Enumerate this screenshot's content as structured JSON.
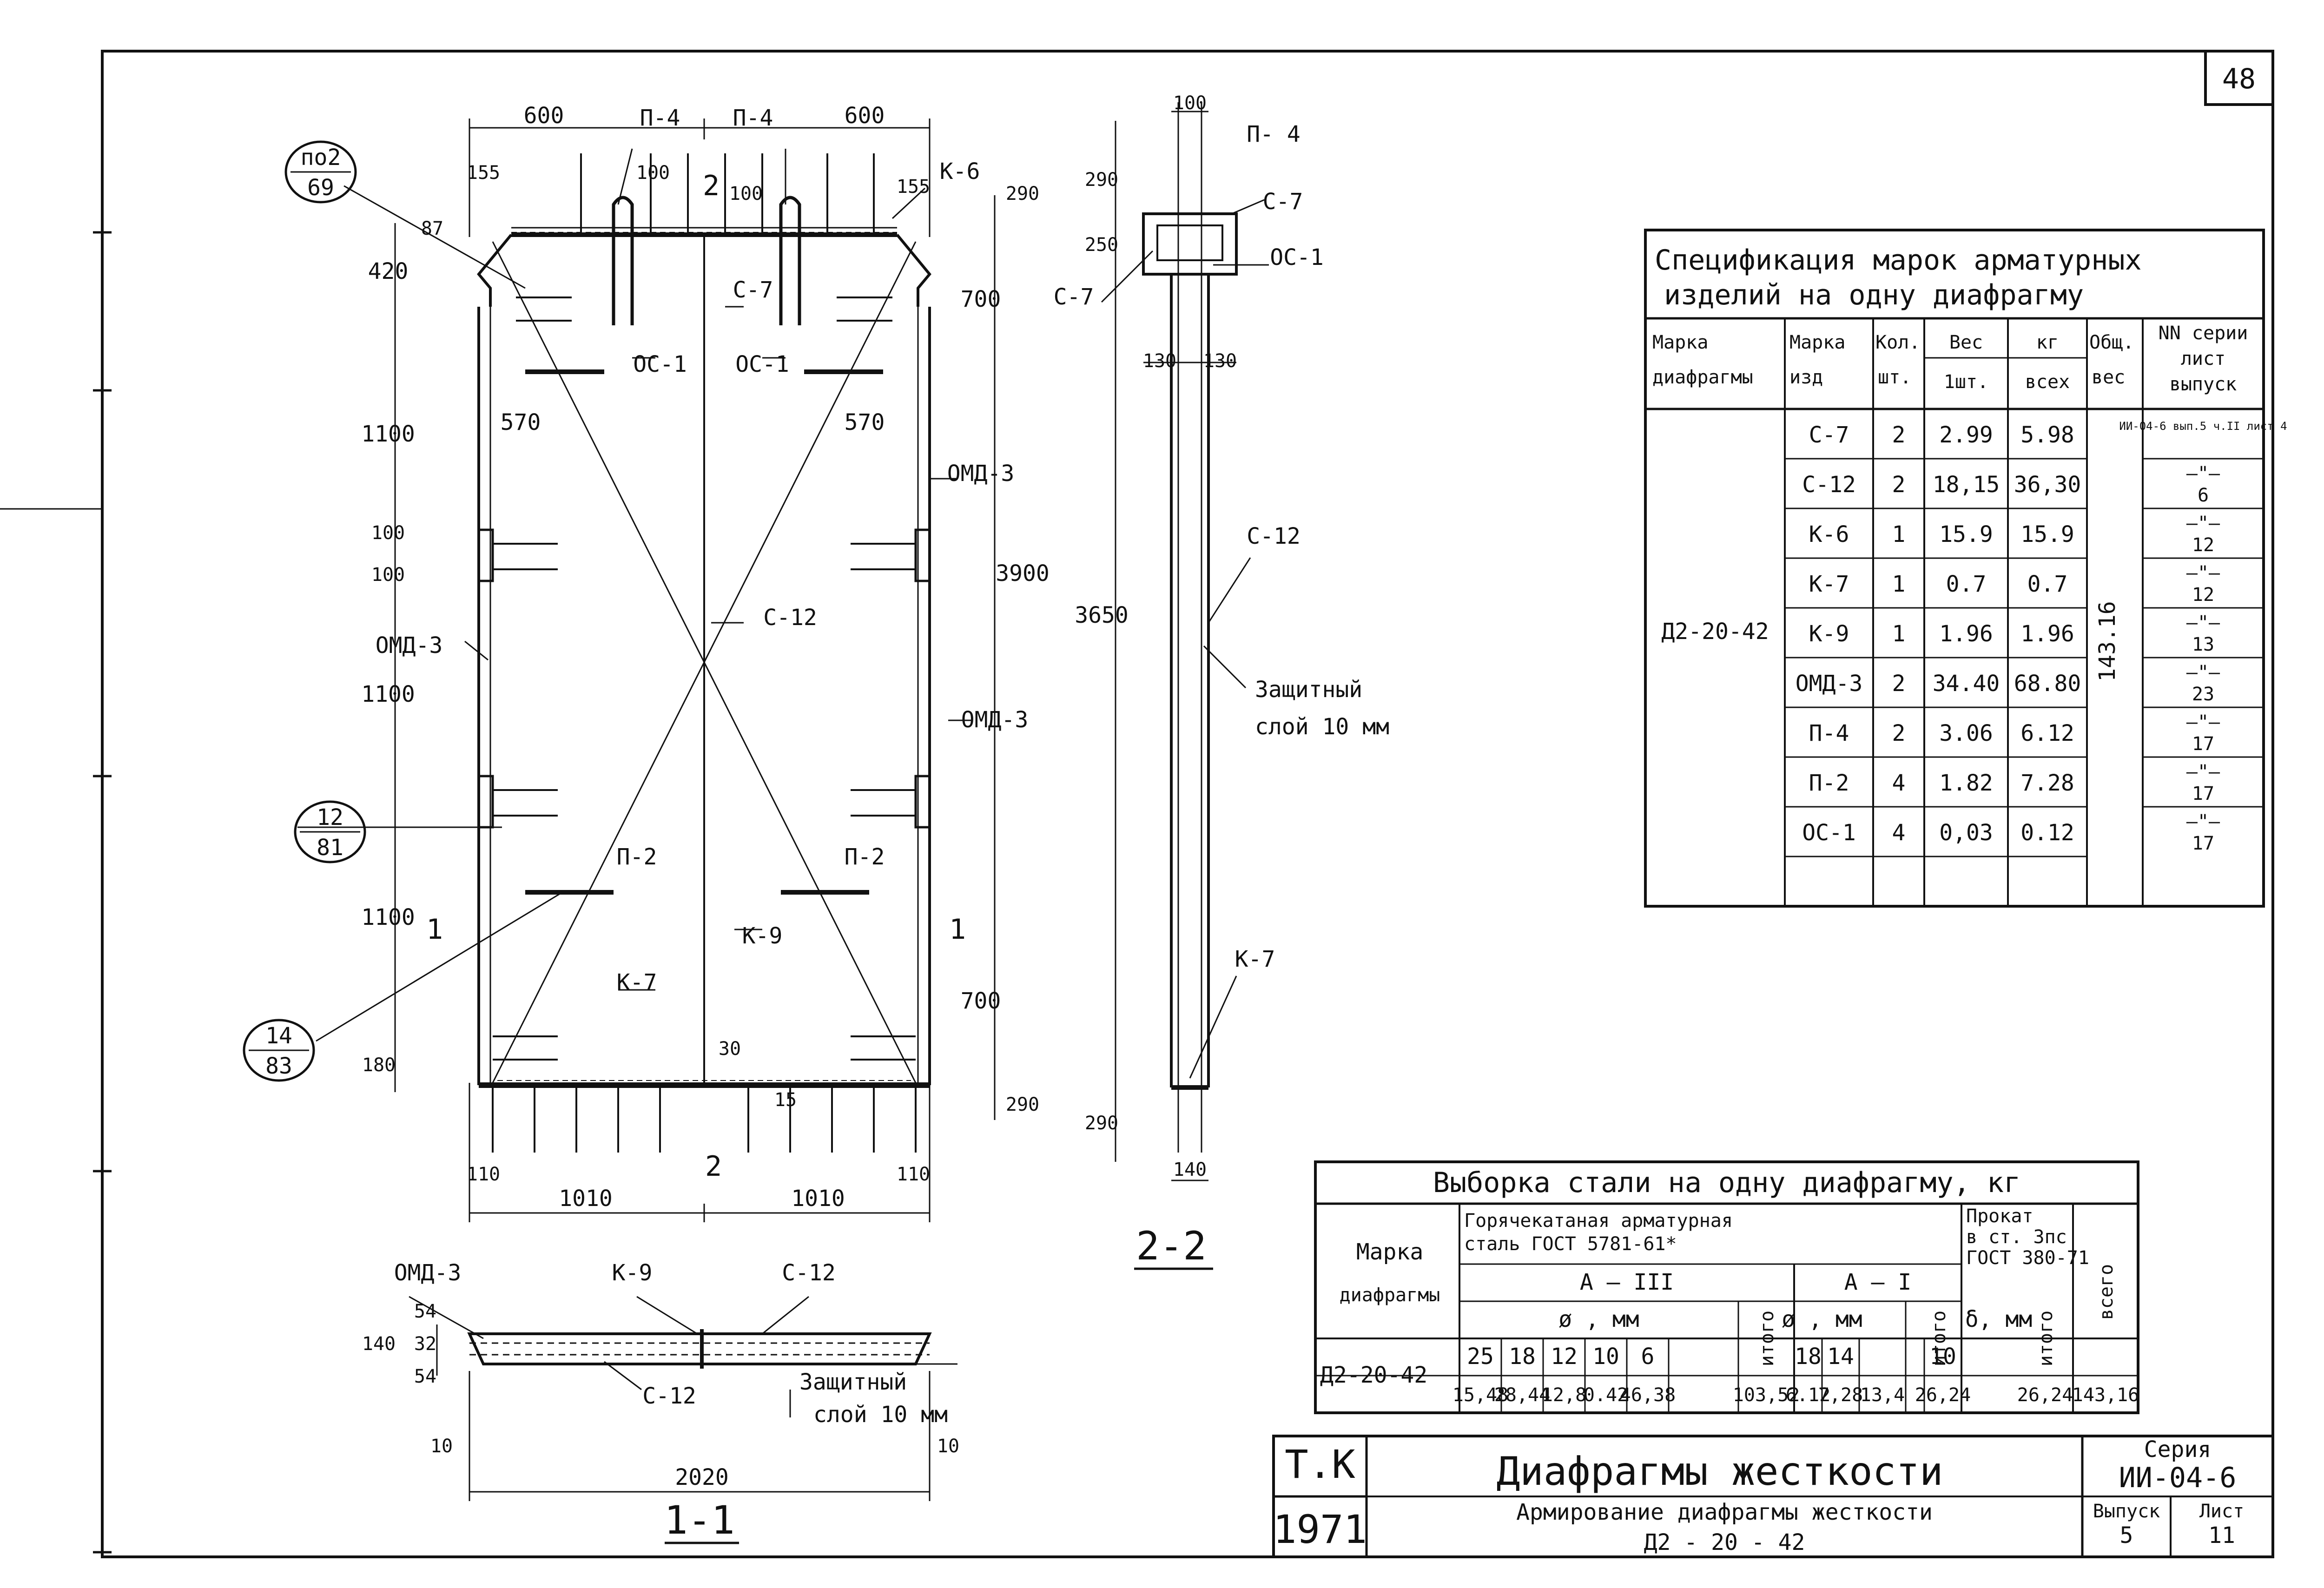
{
  "sheet_number": "48",
  "drawing": {
    "dims": {
      "top_left": "600",
      "top_right": "600",
      "d155_left": "155",
      "d155_right": "155",
      "d100a": "100",
      "d100b": "100",
      "d87": "87",
      "d420": "420",
      "d1100a": "1100",
      "d100c": "100",
      "d100d": "100",
      "d1100b": "1100",
      "d1100c": "1100",
      "d180": "180",
      "d290_top": "290",
      "d700_top": "700",
      "d3900": "3900",
      "d700_bot": "700",
      "d290_bot": "290",
      "d570_left": "570",
      "d570_right": "570",
      "d30": "30",
      "d15": "15",
      "d110_left": "110",
      "d110_right": "110",
      "d1010_left": "1010",
      "d1010_right": "1010"
    },
    "labels": {
      "p4_left": "П-4",
      "p4_right": "П-4",
      "k6": "К-6",
      "c7": "С-7",
      "oc1_left": "ОС-1",
      "oc1_right": "ОС-1",
      "omd3_left": "ОМД-3",
      "omd3_right_top": "ОМД-3",
      "omd3_right_mid": "ОМД-3",
      "c12": "С-12",
      "p2_left": "П-2",
      "p2_right": "П-2",
      "k9": "К-9",
      "k7": "К-7",
      "cut1_left": "1",
      "cut1_right": "1",
      "cut2_top": "2",
      "cut2_bottom": "2"
    },
    "callouts": [
      {
        "top": "по2",
        "bottom": "69"
      },
      {
        "top": "12",
        "bottom": "81"
      },
      {
        "top": "14",
        "bottom": "83"
      }
    ]
  },
  "section22": {
    "title": "2-2",
    "dims": {
      "d100": "100",
      "d290_top": "290",
      "d250": "250",
      "d130_left": "130",
      "d130_right": "130",
      "d3650": "3650",
      "d290_bot": "290",
      "d140": "140"
    },
    "labels": {
      "p4": "П- 4",
      "c7_right": "С-7",
      "c7_left": "С-7",
      "oc1": "ОС-1",
      "c12": "С-12",
      "cover1": "Защитный",
      "cover2": "слой 10 мм",
      "k7": "К-7"
    }
  },
  "section11": {
    "title": "1-1",
    "dims": {
      "d54a": "54",
      "d32": "32",
      "d54b": "54",
      "d140": "140",
      "d10_left": "10",
      "d10_right": "10",
      "d2020": "2020"
    },
    "labels": {
      "omd3": "ОМД-3",
      "k9": "К-9",
      "c12_top": "С-12",
      "c12_bot": "С-12",
      "cover1": "Защитный",
      "cover2": "слой 10 мм"
    }
  },
  "spec": {
    "title1": "Спецификация марок арматурных",
    "title2": "изделий на одну диафрагму",
    "headers": {
      "mark1": "Марка",
      "mark2": "диафрагмы",
      "izd1": "Марка",
      "izd2": "изд",
      "kol1": "Кол.",
      "kol2": "шт.",
      "ves_top": "Вес",
      "kg_top": "кг",
      "ves1": "1шт.",
      "vseh": "всех",
      "obsh1": "Общ.",
      "obsh2": "вес",
      "series1": "NN серии",
      "series2": "лист",
      "series3": "выпуск"
    },
    "diaphragm": "Д2-20-42",
    "total": "143.16",
    "rows": [
      {
        "izd": "С-7",
        "kol": "2",
        "w1": "2.99",
        "wall": "5.98",
        "ref": "ИИ-04-6 вып.5 ч.II лист 4",
        "ref_num": ""
      },
      {
        "izd": "С-12",
        "kol": "2",
        "w1": "18,15",
        "wall": "36,30",
        "ref": "—\"—",
        "ref_num": "6"
      },
      {
        "izd": "К-6",
        "kol": "1",
        "w1": "15.9",
        "wall": "15.9",
        "ref": "—\"—",
        "ref_num": "12"
      },
      {
        "izd": "К-7",
        "kol": "1",
        "w1": "0.7",
        "wall": "0.7",
        "ref": "—\"—",
        "ref_num": "12"
      },
      {
        "izd": "К-9",
        "kol": "1",
        "w1": "1.96",
        "wall": "1.96",
        "ref": "—\"—",
        "ref_num": "13"
      },
      {
        "izd": "ОМД-3",
        "kol": "2",
        "w1": "34.40",
        "wall": "68.80",
        "ref": "—\"—",
        "ref_num": "23"
      },
      {
        "izd": "П-4",
        "kol": "2",
        "w1": "3.06",
        "wall": "6.12",
        "ref": "—\"—",
        "ref_num": "17"
      },
      {
        "izd": "П-2",
        "kol": "4",
        "w1": "1.82",
        "wall": "7.28",
        "ref": "—\"—",
        "ref_num": "17"
      },
      {
        "izd": "ОС-1",
        "kol": "4",
        "w1": "0,03",
        "wall": "0.12",
        "ref": "—\"—",
        "ref_num": "17"
      }
    ]
  },
  "steel": {
    "title": "Выборка стали на одну диафрагму, кг",
    "mark1": "Марка",
    "mark2": "диафрагмы",
    "hot1": "Горячекатаная арматурная",
    "hot2": "сталь ГОСТ 5781-61*",
    "prokat1": "Прокат",
    "prokat2": "в ст. 3пс",
    "prokat3": "ГОСТ 380-71",
    "a3": "А — III",
    "a1": "А — I",
    "phi_mm_a3": "ø , мм",
    "phi_mm_a1": "ø , мм",
    "delta_mm": "δ, мм",
    "itogo1": "итого",
    "itogo2": "итого",
    "itogo3": "итого",
    "vsego": "всего",
    "diam_a3": [
      "25",
      "18",
      "12",
      "10",
      "6"
    ],
    "diam_a1": [
      "18",
      "14"
    ],
    "delta": [
      "10"
    ],
    "row_mark": "Д2-20-42",
    "vals_a3": [
      "15,48",
      "28,44",
      "12,8",
      "0.42",
      "46,38"
    ],
    "itogo_a3": "103,52",
    "vals_a1": [
      "6.12",
      "7,28"
    ],
    "itogo_a1": "13,4",
    "vals_delta": [
      "26,24"
    ],
    "itogo_delta": "26,24",
    "total": "143,16"
  },
  "titleblock": {
    "tk": "Т.К",
    "year": "1971",
    "title": "Диафрагмы жесткости",
    "subtitle1": "Армирование диафрагмы жесткости",
    "subtitle2": "Д2 - 20 - 42",
    "series_label": "Серия",
    "series_value": "ИИ-04-6",
    "vypusk_label": "Выпуск",
    "vypusk_value": "5",
    "list_label": "Лист",
    "list_value": "11"
  }
}
